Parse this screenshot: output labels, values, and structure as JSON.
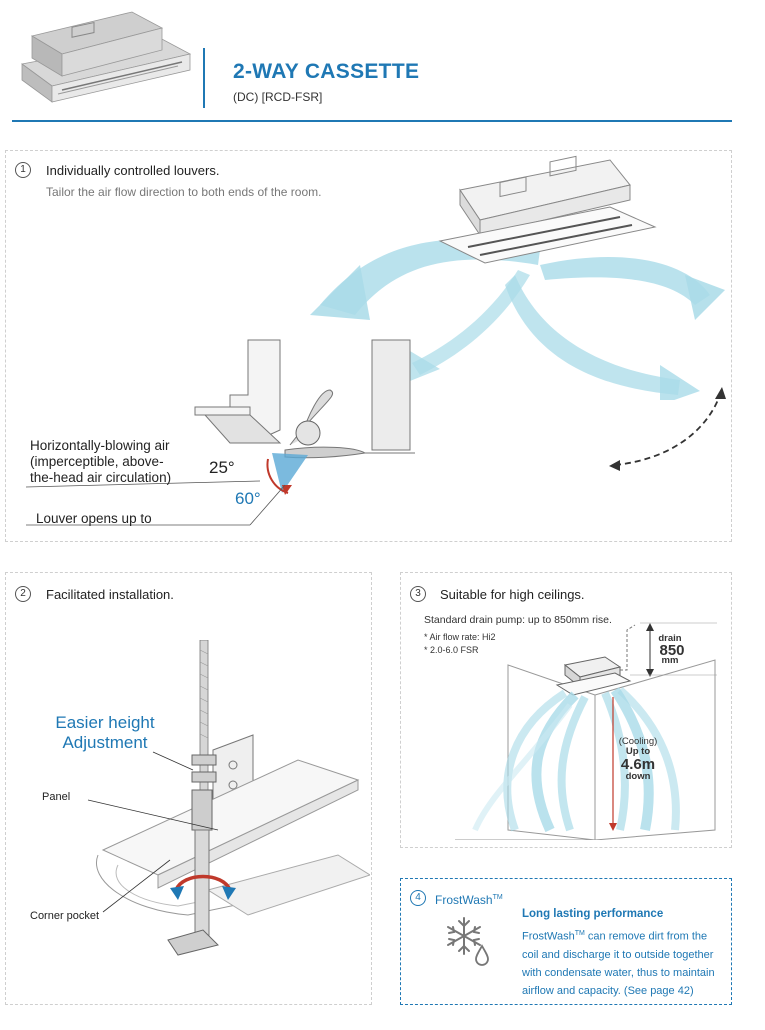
{
  "header": {
    "title": "2-WAY CASSETTE",
    "subtitle": "(DC) [RCD-FSR]"
  },
  "section1": {
    "number": "1",
    "heading": "Individually controlled louvers.",
    "description": "Tailor the air flow direction to both ends of the room.",
    "label_horizontal_line1": "Horizontally-blowing air",
    "label_horizontal_line2": "(imperceptible, above-",
    "label_horizontal_line3": "the-head air circulation)",
    "label_louver": "Louver opens up to",
    "angle_min": "25°",
    "angle_max": "60°"
  },
  "section2": {
    "number": "2",
    "heading": "Facilitated installation.",
    "label_height_line1": "Easier height",
    "label_height_line2": "Adjustment",
    "label_panel": "Panel",
    "label_corner": "Corner pocket"
  },
  "section3": {
    "number": "3",
    "heading": "Suitable for high ceilings.",
    "line1": "Standard drain pump: up to 850mm rise.",
    "note1": "* Air flow rate: Hi2",
    "note2": "* 2.0-6.0 FSR",
    "drain_label": "drain",
    "drain_value": "850",
    "drain_unit": "mm",
    "cool_label": "(Cooling)",
    "cool_upto": "Up to",
    "cool_value": "4.6m",
    "cool_down": "down"
  },
  "section4": {
    "number": "4",
    "title": "FrostWash",
    "title_tm": "TM",
    "heading": "Long lasting performance",
    "body_line1_a": "FrostWash",
    "body_line1_tm": "TM",
    "body_line1_b": " can remove dirt from the",
    "body_line2": "coil and discharge it to outside together",
    "body_line3": "with condensate water, thus to maintain",
    "body_line4": "airflow and capacity. (See page 42)"
  },
  "colors": {
    "brand_blue": "#1f78b4",
    "airflow_blue": "#a9dbe8",
    "accent_red": "#c0392b"
  }
}
